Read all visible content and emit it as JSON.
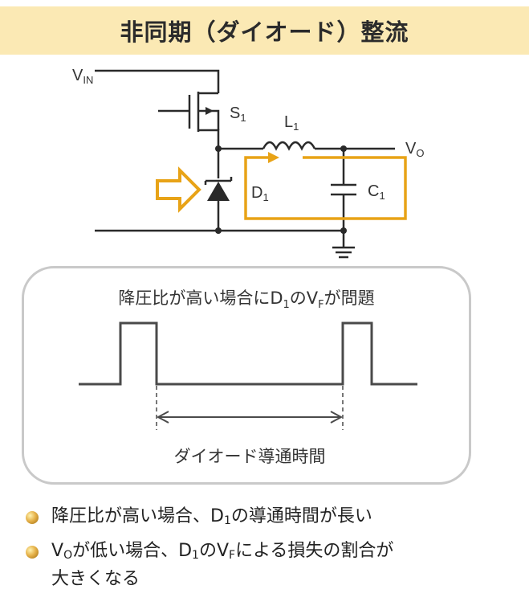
{
  "title": "非同期（ダイオード）整流",
  "circuit": {
    "vin": "V",
    "vin_sub": "IN",
    "s1": "S",
    "s1_sub": "1",
    "l1": "L",
    "l1_sub": "1",
    "vo": "V",
    "vo_sub": "O",
    "d1": "D",
    "d1_sub": "1",
    "c1": "C",
    "c1_sub": "1",
    "colors": {
      "wire": "#2a2a2a",
      "highlight": "#e8a317"
    }
  },
  "panel": {
    "heading_part1": "降圧比が高い場合にD",
    "heading_sub1": "1",
    "heading_part2": "のV",
    "heading_sub2": "F",
    "heading_part3": "が問題",
    "caption": "ダイオード導通時間"
  },
  "bullets": [
    {
      "part1": "降圧比が高い場合、D",
      "sub1": "1",
      "part2": "の導通時間が長い"
    },
    {
      "part1": "V",
      "sub1": "O",
      "part2": "が低い場合、D",
      "sub2": "1",
      "part3": "のV",
      "sub3": "F",
      "part4": "による損失の割合が",
      "line2": "大きくなる"
    }
  ]
}
